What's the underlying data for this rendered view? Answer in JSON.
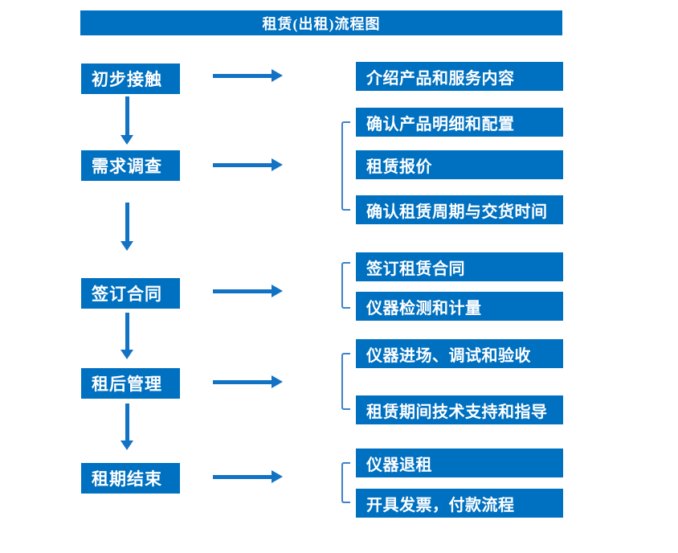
{
  "header": {
    "title": "租赁(出租)流程图"
  },
  "colors": {
    "box_blue": "#0070C0",
    "arrow_blue": "#1273C5",
    "bracket_blue": "#3C82C8",
    "text_white": "#FFFFFF",
    "background": "#FFFFFF"
  },
  "steps": [
    {
      "label": "初步接触",
      "details": [
        "介绍产品和服务内容"
      ]
    },
    {
      "label": "需求调查",
      "details": [
        "确认产品明细和配置",
        "租赁报价",
        "确认租赁周期与交货时间"
      ]
    },
    {
      "label": "签订合同",
      "details": [
        "签订租赁合同",
        "仪器检测和计量"
      ]
    },
    {
      "label": "租后管理",
      "details": [
        "仪器进场、调试和验收",
        "租赁期间技术支持和指导"
      ]
    },
    {
      "label": "租期结束",
      "details": [
        "仪器退租",
        "开具发票，付款流程"
      ]
    }
  ]
}
